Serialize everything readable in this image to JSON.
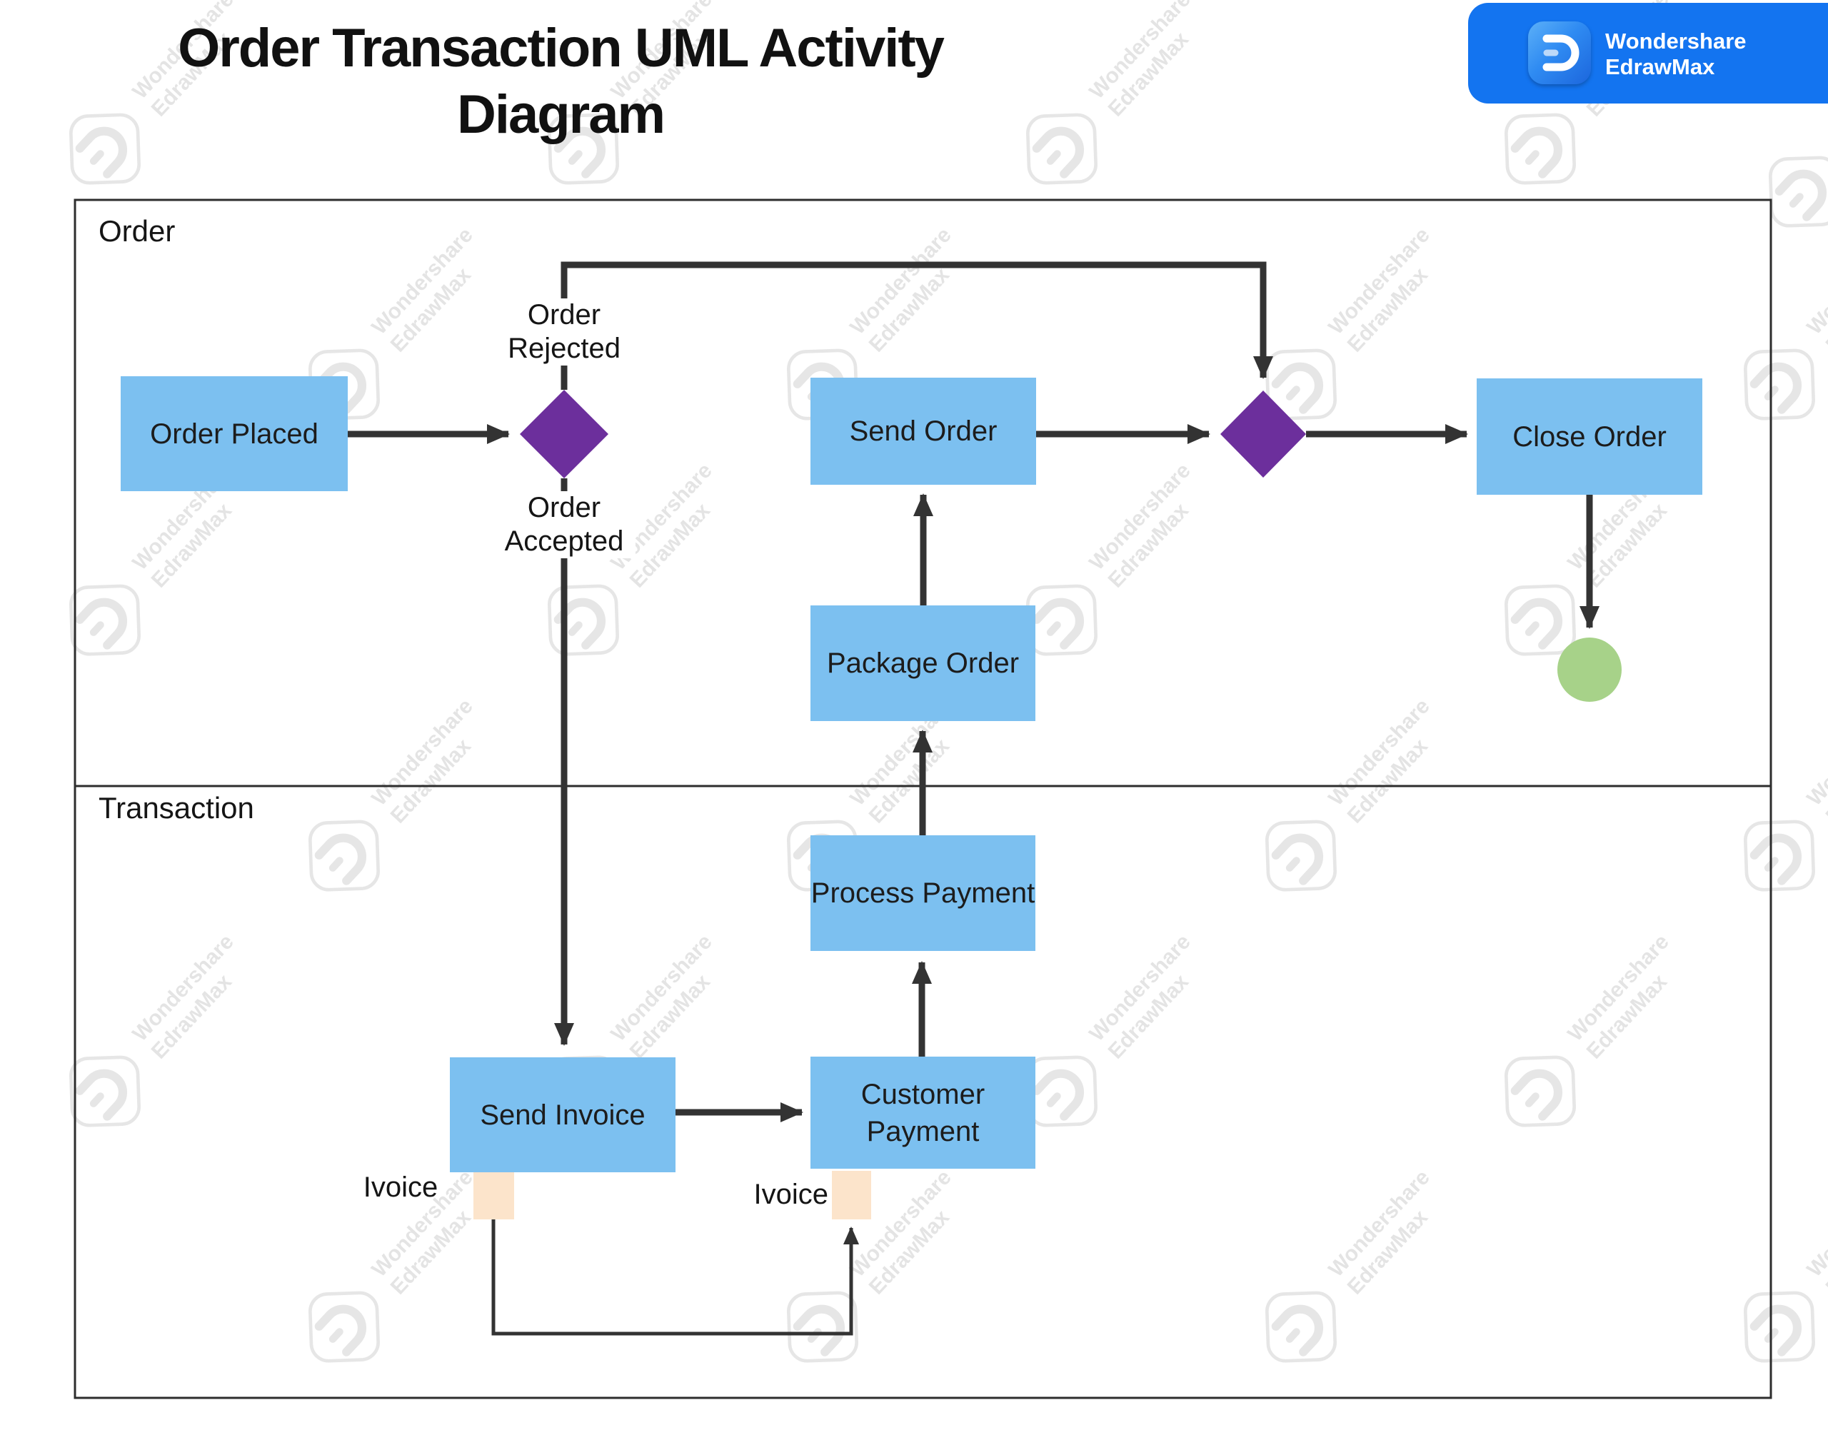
{
  "title": {
    "line1": "Order Transaction UML Activity",
    "line2": "Diagram"
  },
  "logo": {
    "brand_line1": "Wondershare",
    "brand_line2": "EdrawMax"
  },
  "watermark": {
    "line1": "Wondershare",
    "line2": "EdrawMax"
  },
  "lanes": {
    "order": "Order",
    "transaction": "Transaction"
  },
  "nodes": {
    "order_placed": "Order Placed",
    "send_order": "Send Order",
    "close_order": "Close Order",
    "package_order": "Package Order",
    "process_payment": "Process Payment",
    "send_invoice": "Send Invoice",
    "customer_payment": "Customer Payment"
  },
  "edge_labels": {
    "order_rejected": "Order Rejected",
    "order_accepted": "Order Accepted",
    "invoice_left": "Ivoice",
    "invoice_right": "Ivoice"
  },
  "colors": {
    "activity_fill": "#7cc0f0",
    "decision_fill": "#6c2f9c",
    "final_node_fill": "#a7d289",
    "object_pin_fill": "#fce4cb",
    "connector": "#333333",
    "brand_banner": "#1374f0"
  }
}
